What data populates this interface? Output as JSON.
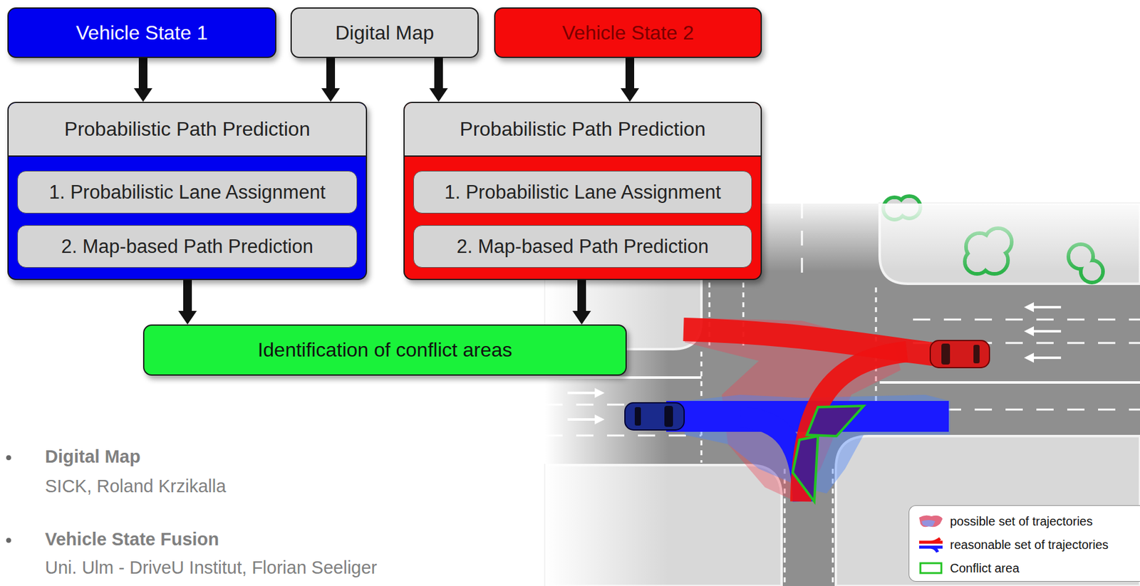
{
  "diagram": {
    "nodes": [
      {
        "text": [
          "Vehicle State 1"
        ]
      },
      {
        "text": [
          "Digital Map"
        ]
      },
      {
        "text": [
          "Vehicle State 2"
        ]
      },
      {
        "text": [
          "Probabilistic Path Prediction"
        ]
      },
      {
        "text": [
          "1. Probabilistic Lane Assignment"
        ],
        "in": 3
      },
      {
        "text": [
          "2. Map-based Path Prediction"
        ],
        "in": 3
      },
      {
        "text": [
          "Probabilistic Path Prediction"
        ]
      },
      {
        "text": [
          "1. Probabilistic Lane Assignment"
        ],
        "in": 6
      },
      {
        "text": [
          "2. Map-based Path Prediction"
        ],
        "in": 6
      },
      {
        "text": [
          "Identification of conflict areas"
        ]
      }
    ],
    "edges": [
      {
        "from": 0,
        "to": 3,
        "arrow": "to"
      },
      {
        "from": 1,
        "to": 3,
        "arrow": "to"
      },
      {
        "from": 1,
        "to": 6,
        "arrow": "to"
      },
      {
        "from": 2,
        "to": 6,
        "arrow": "to"
      },
      {
        "from": 3,
        "to": 9,
        "arrow": "to"
      },
      {
        "from": 6,
        "to": 9,
        "arrow": "to"
      }
    ],
    "labels": [
      "Digital Map",
      "SICK, Roland Krzikalla",
      "Vehicle State Fusion",
      "Uni. Ulm - DriveU Institut, Florian Seeliger"
    ],
    "legend": [
      {
        "text": "possible set of trajectories"
      },
      {
        "text": "reasonable set of trajectories"
      },
      {
        "text": "Conflict area"
      }
    ]
  }
}
